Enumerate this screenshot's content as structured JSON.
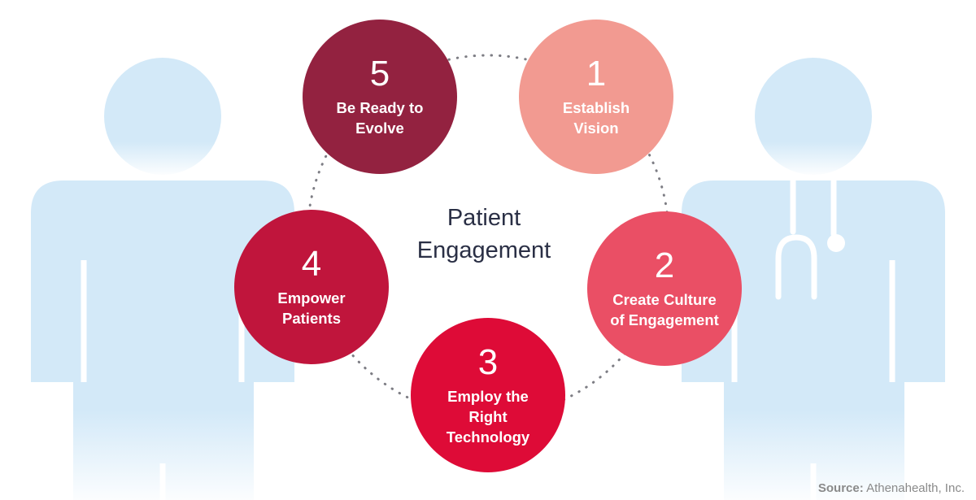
{
  "title": "Patient\nEngagement",
  "steps": [
    {
      "number": "1",
      "label": "Establish\nVision",
      "color": "#f29a91"
    },
    {
      "number": "2",
      "label": "Create Culture\nof Engagement",
      "color": "#ea4f65"
    },
    {
      "number": "3",
      "label": "Employ the\nRight\nTechnology",
      "color": "#de0b37"
    },
    {
      "number": "4",
      "label": "Empower\nPatients",
      "color": "#c0153c"
    },
    {
      "number": "5",
      "label": "Be Ready to\nEvolve",
      "color": "#932240"
    }
  ],
  "figures": {
    "left": "patient-figure",
    "right": "doctor-figure",
    "color": "#d3e9f8"
  },
  "source": {
    "label": "Source:",
    "text": "Athenahealth, Inc."
  }
}
